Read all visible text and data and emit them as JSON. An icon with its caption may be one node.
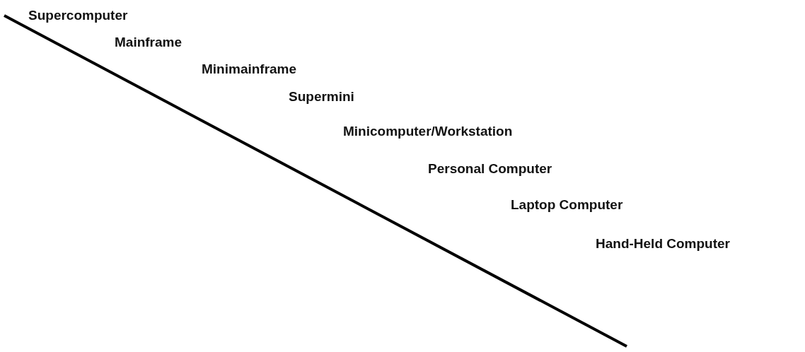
{
  "diagram": {
    "labels": [
      "Supercomputer",
      "Mainframe",
      "Minimainframe",
      "Supermini",
      "Minicomputer/Workstation",
      "Personal Computer",
      "Laptop Computer",
      "Hand-Held Computer"
    ]
  }
}
